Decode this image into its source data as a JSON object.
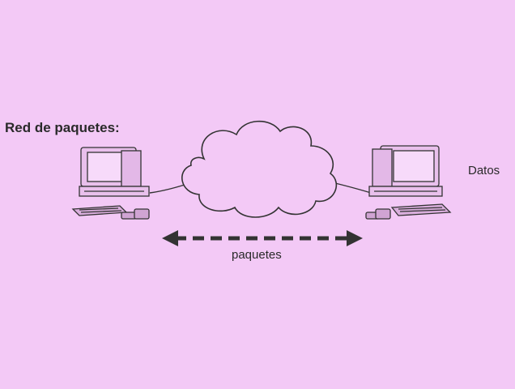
{
  "diagram": {
    "title": "Red de paquetes:",
    "data_label": "Datos",
    "packets_label": "paquetes",
    "icons": {
      "left_computer": "desktop-computer-icon",
      "right_computer": "desktop-computer-icon",
      "network": "cloud-icon",
      "transfer": "double-arrow-icon"
    },
    "colors": {
      "background": "#f3c9f6",
      "ink": "#2a2a2a"
    }
  }
}
